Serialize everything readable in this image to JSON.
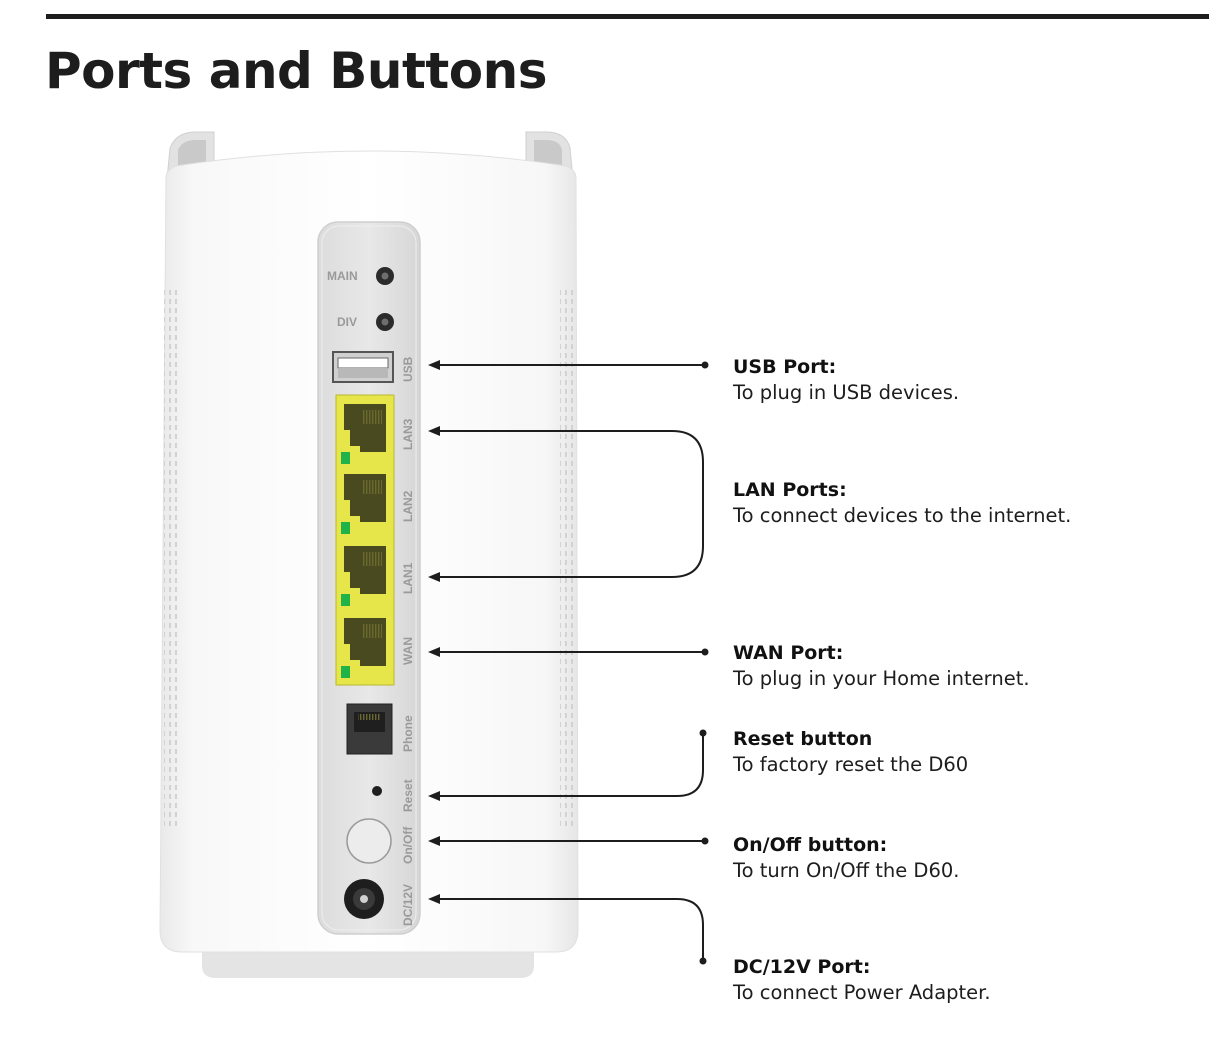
{
  "page": {
    "title": "Ports and Buttons"
  },
  "device_labels": {
    "main": "MAIN",
    "div": "DIV",
    "usb": "USB",
    "lan3": "LAN3",
    "lan2": "LAN2",
    "lan1": "LAN1",
    "wan": "WAN",
    "phone": "Phone",
    "reset": "Reset",
    "onoff": "On/Off",
    "dc": "DC/12V"
  },
  "callouts": [
    {
      "title": "USB Port:",
      "description": "To plug in USB devices."
    },
    {
      "title": "LAN Ports:",
      "description": "To connect devices to the internet."
    },
    {
      "title": "WAN Port:",
      "description": "To plug in your Home internet."
    },
    {
      "title": "Reset button",
      "description": "To factory reset the D60"
    },
    {
      "title": "On/Off button:",
      "description": "To turn On/Off the D60."
    },
    {
      "title": "DC/12V Port:",
      "description": "To connect Power Adapter."
    }
  ],
  "colors": {
    "lan_port_yellow": "#e6e64a",
    "led_green": "#22b24a",
    "ink": "#1d1d1d"
  }
}
